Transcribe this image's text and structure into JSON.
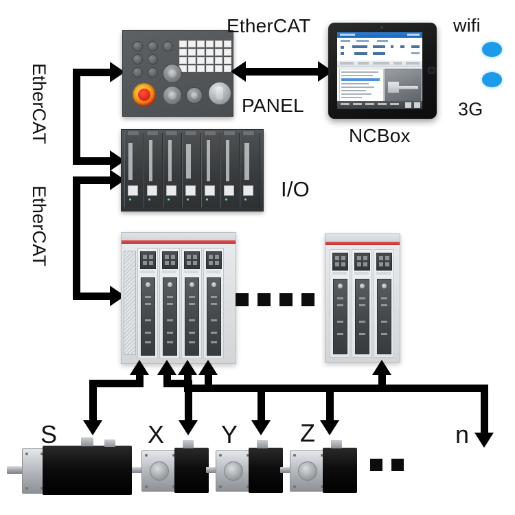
{
  "diagram": {
    "title": "EtherCAT CNC control system architecture",
    "background": "#ffffff"
  },
  "labels": {
    "ethercat_bus_top": "EtherCAT",
    "ethercat_bus_bottom": "EtherCAT",
    "ethercat_panel_link": "EtherCAT",
    "panel_link": "PANEL",
    "io_label": "I/O",
    "ncbox_label": "NCBox",
    "wifi_label": "wifi",
    "threeg_label": "3G"
  },
  "nodes": {
    "machine_control_panel": {
      "name": "machine-control-panel",
      "estop_color": "#cc1405",
      "body_color": "#55585a",
      "keypad_rows": 4,
      "keypad_cols": 6
    },
    "io_rack": {
      "name": "io-module-rack",
      "module_count": 7,
      "body_color": "#3c3f41"
    },
    "drive_rack_primary": {
      "name": "servo-drive-rack-primary",
      "module_count": 4,
      "stripe_color": "#b82f2f",
      "body_color": "#dfe3e6"
    },
    "drive_rack_secondary": {
      "name": "servo-drive-rack-secondary",
      "module_count": 3,
      "stripe_color": "#b82f2f",
      "body_color": "#dfe3e6"
    },
    "ncbox_tablet": {
      "name": "ncbox-tablet",
      "bezel_color": "#151617",
      "titlebar_color": "#1766bd",
      "screen_bg": "#f4f6f8"
    }
  },
  "wireless": {
    "dot_color": "#1e9be8",
    "indicators": [
      {
        "label": "wifi"
      },
      {
        "label": "3G"
      }
    ]
  },
  "motors": [
    {
      "axis": "S",
      "type": "spindle-motor",
      "size": "large"
    },
    {
      "axis": "X",
      "type": "servo-motor",
      "size": "standard"
    },
    {
      "axis": "Y",
      "type": "servo-motor",
      "size": "standard"
    },
    {
      "axis": "Z",
      "type": "servo-motor",
      "size": "standard"
    },
    {
      "axis": "n",
      "type": "servo-motor-nth",
      "size": "none"
    }
  ],
  "ellipsis": {
    "rack_dot_count": 4,
    "motor_dot_count": 2,
    "dot_color": "#0d0d0d"
  },
  "connections": [
    {
      "from": "ethercat-bus",
      "to": "machine-control-panel",
      "style": "arrow-right"
    },
    {
      "from": "ethercat-bus",
      "to": "io-module-rack",
      "style": "arrow-right"
    },
    {
      "from": "ethercat-bus",
      "to": "io-module-rack",
      "style": "arrow-right"
    },
    {
      "from": "ethercat-bus",
      "to": "servo-drive-rack-primary",
      "style": "arrow-right"
    },
    {
      "from": "machine-control-panel",
      "to": "ncbox-tablet",
      "style": "arrow-bidirectional"
    },
    {
      "from": "servo-drive-rack-primary",
      "to": "motor-S",
      "style": "arrow-down"
    },
    {
      "from": "servo-drive-rack-primary",
      "to": "motor-X",
      "style": "arrow-down"
    },
    {
      "from": "servo-drive-rack-primary",
      "to": "motor-Y",
      "style": "arrow-down"
    },
    {
      "from": "servo-drive-rack-primary",
      "to": "motor-Z",
      "style": "arrow-down"
    },
    {
      "from": "servo-drive-rack-secondary",
      "to": "motor-n",
      "style": "arrow-down"
    }
  ]
}
